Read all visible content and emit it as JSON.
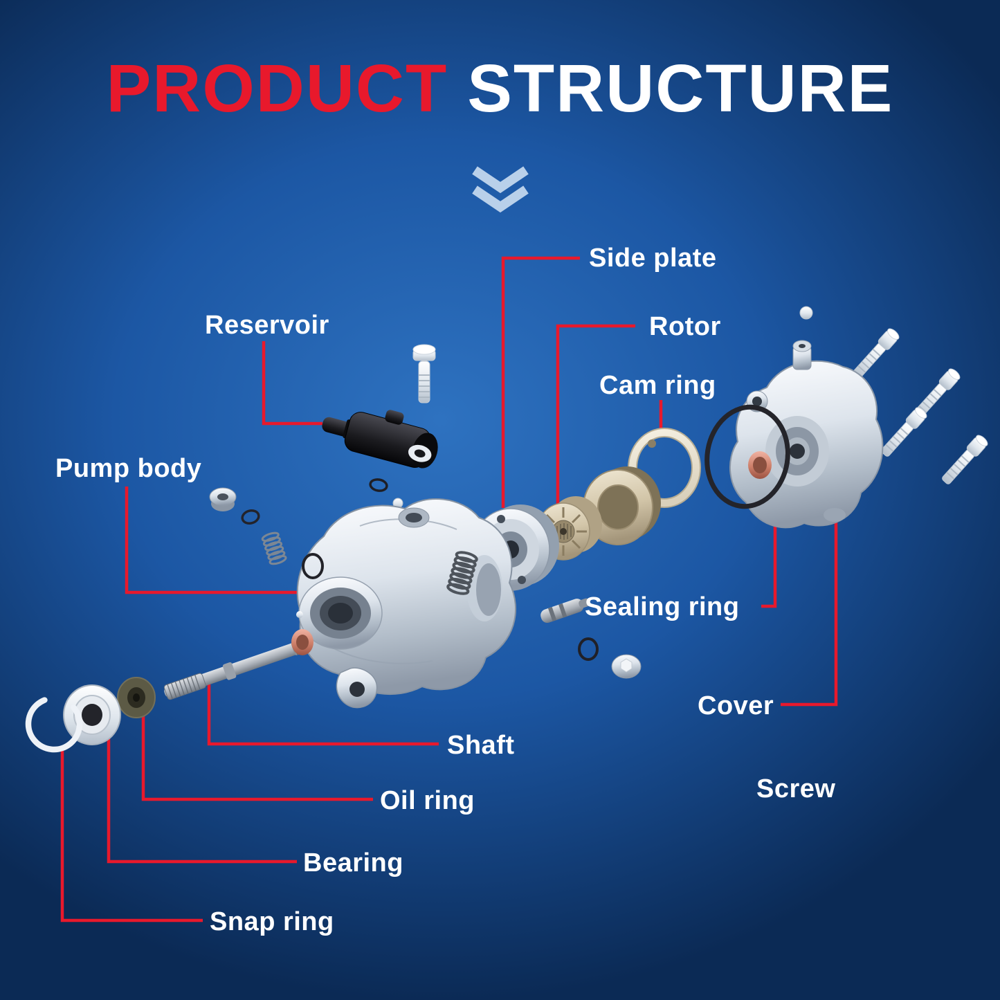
{
  "title": {
    "word1": "PRODUCT",
    "word2": "STRUCTURE"
  },
  "labels": {
    "side_plate": "Side plate",
    "reservoir": "Reservoir",
    "rotor": "Rotor",
    "cam_ring": "Cam ring",
    "pump_body": "Pump body",
    "sealing_ring": "Sealing ring",
    "cover": "Cover",
    "shaft": "Shaft",
    "screw": "Screw",
    "oil_ring": "Oil ring",
    "bearing": "Bearing",
    "snap_ring": "Snap ring"
  },
  "icons": {
    "chevron": "double-chevron-down-icon"
  },
  "colors": {
    "accent_red": "#E8192C",
    "title_white": "#FFFFFF",
    "label_text": "#FFFFFF",
    "bg_center": "#2E72C0",
    "bg_edge": "#0B2A55",
    "chevron_blue": "#B9D0EA"
  }
}
